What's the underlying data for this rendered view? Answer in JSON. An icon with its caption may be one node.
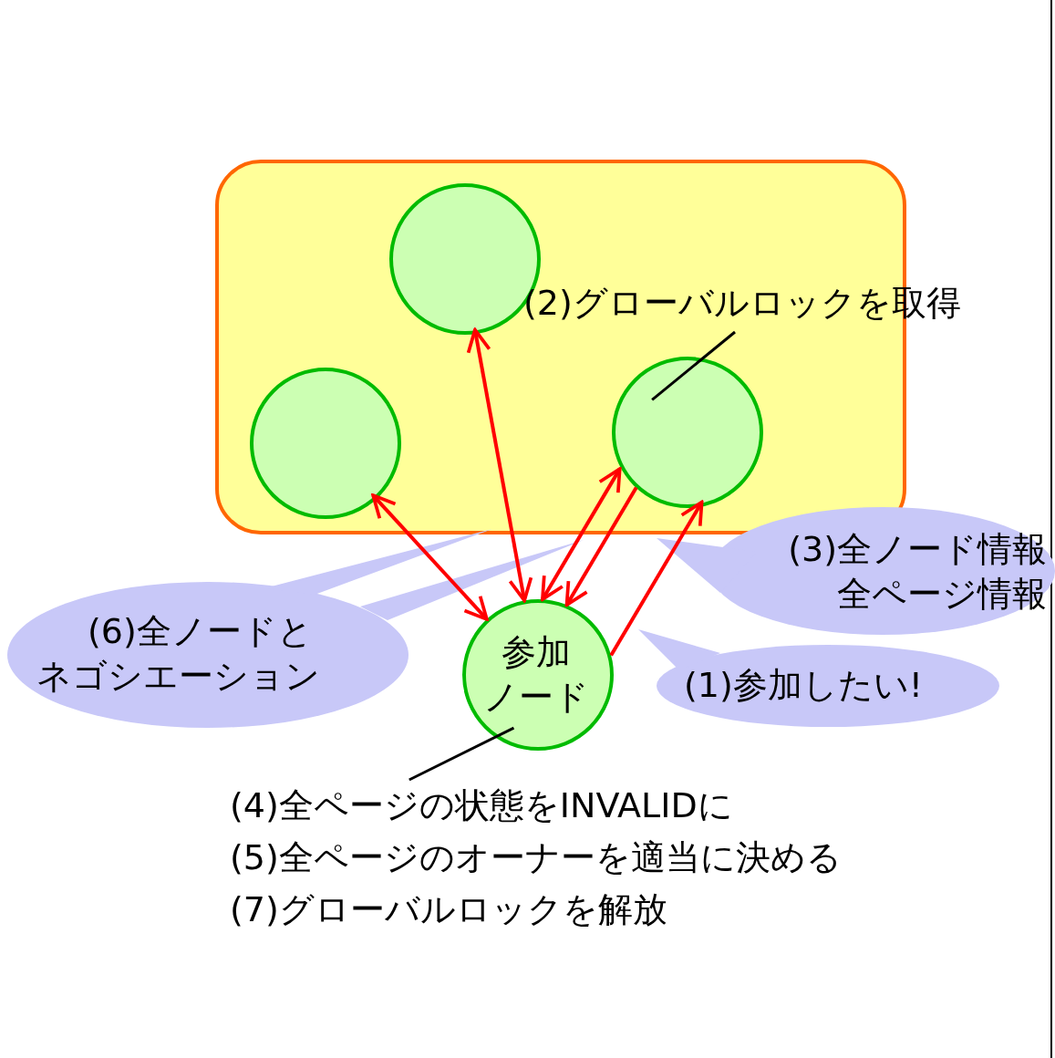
{
  "diagram": {
    "nodes": [
      {
        "text": [],
        "shape": "box"
      },
      {
        "text": [],
        "shape": "circle",
        "in": 0
      },
      {
        "text": [],
        "shape": "circle",
        "in": 0
      },
      {
        "text": [],
        "shape": "circle",
        "in": 0
      },
      {
        "text": [
          "参加ノード"
        ]
      },
      {
        "text": [
          "(2)グローバルロックを取得"
        ]
      },
      {
        "text": [
          "(3)全ノード情報全ページ情報"
        ]
      },
      {
        "text": [
          "(1)参加したい!"
        ]
      },
      {
        "text": [
          "(6)全ノードとネゴシエーション"
        ]
      },
      {
        "text": [
          "(4)全ページの状態をINVALIDに",
          "(5)全ページのオーナーを適当に決める",
          "(7)グローバルロックを解放"
        ]
      }
    ],
    "edges": [
      {
        "from": 4,
        "to": 1,
        "arrow": "both"
      },
      {
        "from": 4,
        "to": 2,
        "arrow": "both"
      },
      {
        "from": 4,
        "to": 3,
        "arrow": "both"
      },
      {
        "from": 3,
        "to": 4,
        "arrow": "to"
      },
      {
        "from": 4,
        "to": 3,
        "arrow": "to"
      },
      {
        "from": 5,
        "to": 3,
        "arrow": "none",
        "color": "#000000"
      },
      {
        "from": 9,
        "to": 4,
        "arrow": "none",
        "color": "#000000"
      }
    ]
  }
}
